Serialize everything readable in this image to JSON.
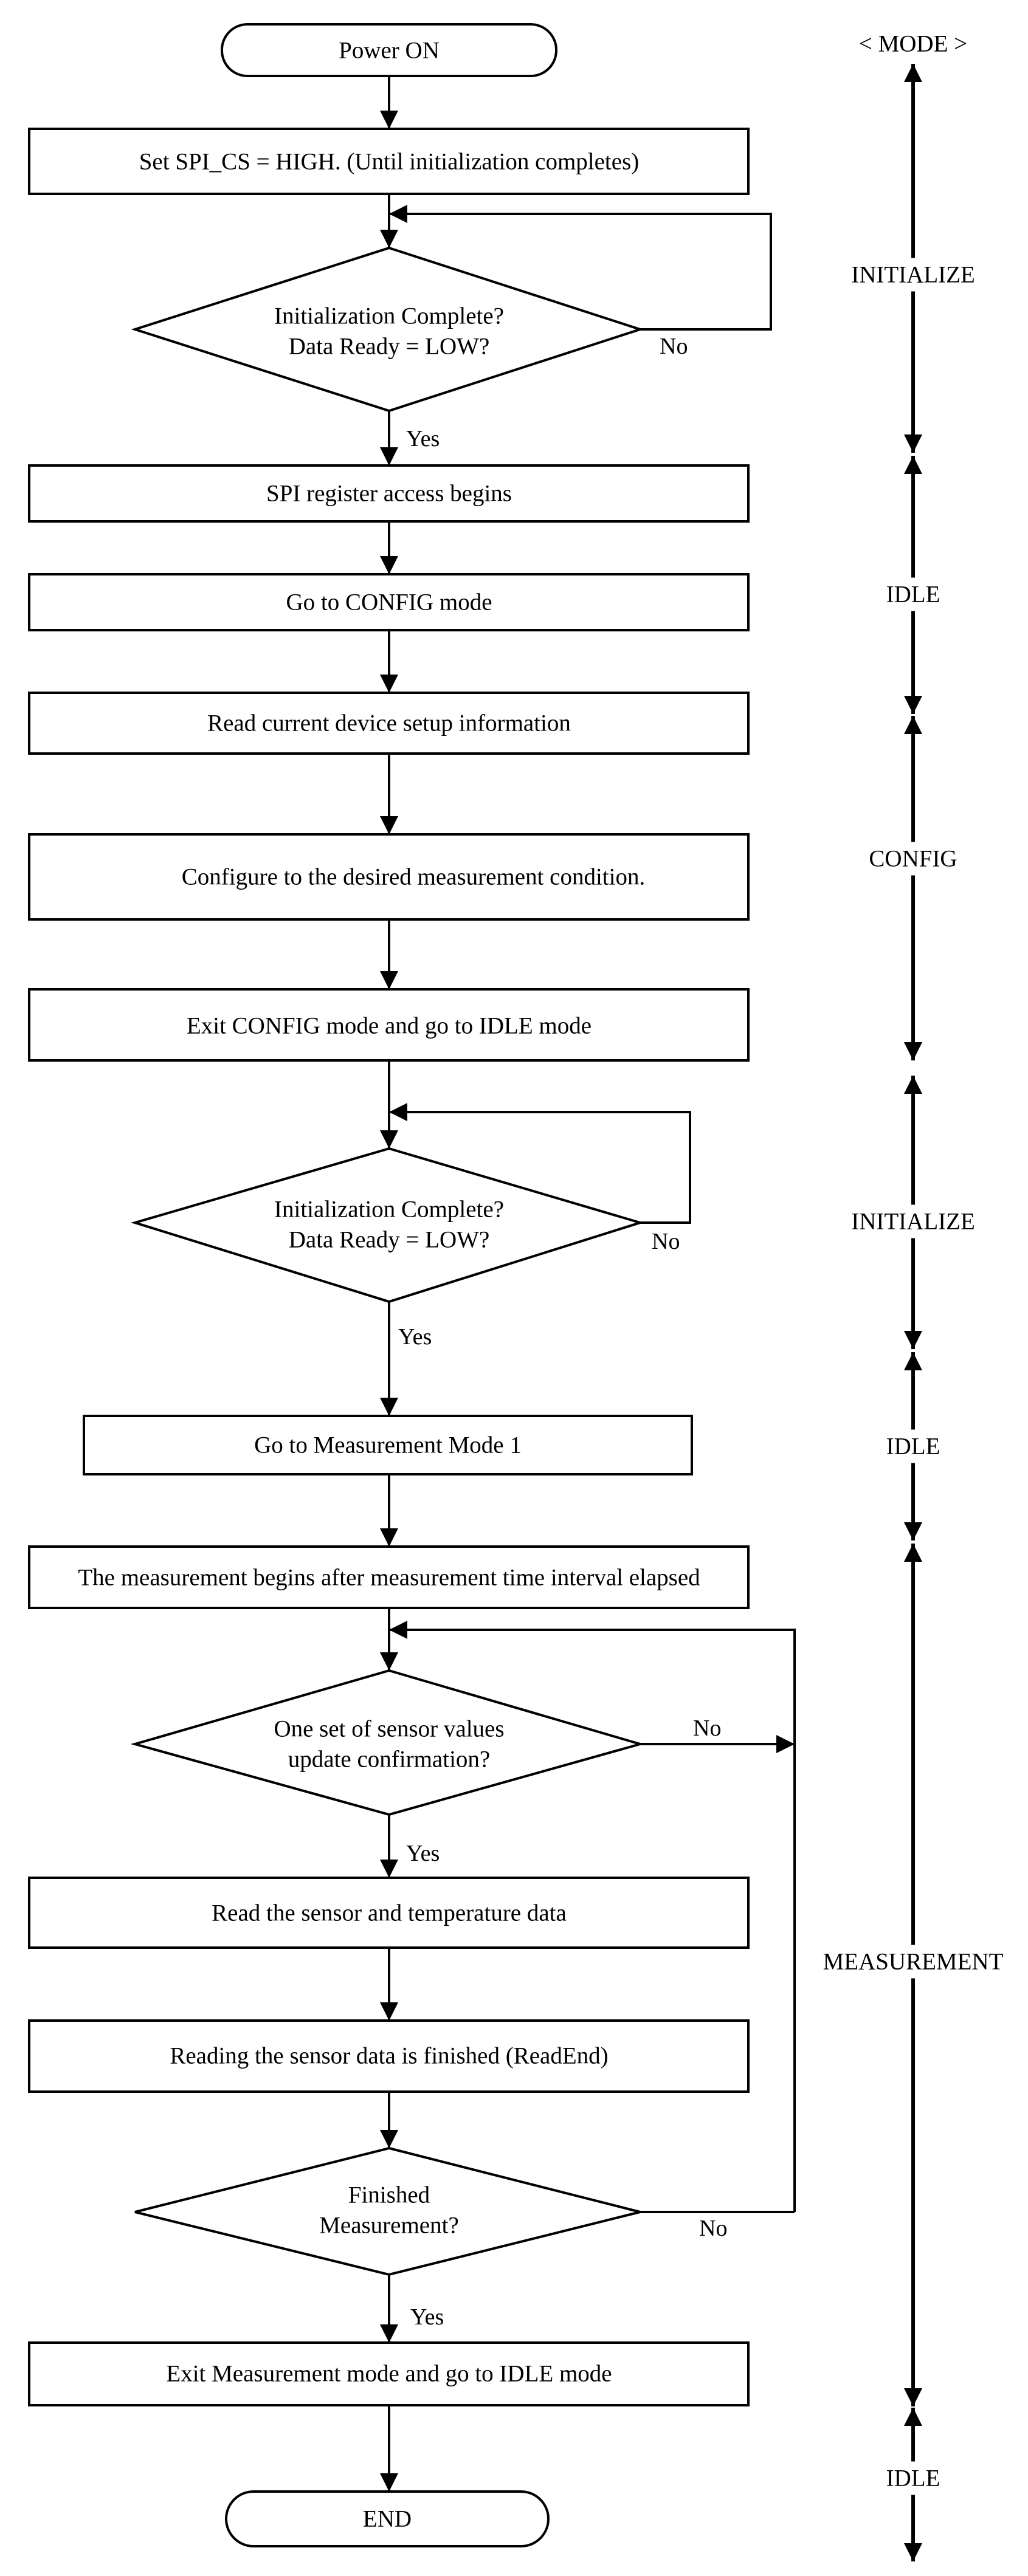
{
  "diagram": {
    "terminals": {
      "start": "Power ON",
      "end": "END"
    },
    "steps": {
      "set_cs": "Set SPI_CS = HIGH. (Until initialization completes)",
      "spi_access": "SPI register access begins",
      "goto_config": "Go to CONFIG mode",
      "read_setup": "Read current device setup information",
      "configure": "Configure to the desired measurement condition.",
      "exit_config": "Exit CONFIG mode and go to IDLE mode",
      "goto_meas1": "Go to Measurement Mode 1",
      "meas_begins": "The measurement begins after measurement time interval elapsed",
      "read_sensor": "Read the sensor and temperature data",
      "read_end": "Reading the sensor data is finished (ReadEnd)",
      "exit_meas": "Exit Measurement mode and go to IDLE mode"
    },
    "decisions": {
      "init1": [
        "Initialization Complete?",
        "Data Ready = LOW?"
      ],
      "init2": [
        "Initialization Complete?",
        "Data Ready = LOW?"
      ],
      "update": [
        "One set of sensor values",
        "update confirmation?"
      ],
      "finished": [
        "Finished",
        "Measurement?"
      ]
    },
    "branch_labels": {
      "yes": "Yes",
      "no": "No"
    },
    "modes": {
      "header": "< MODE >",
      "initialize_1": "INITIALIZE",
      "idle_1": "IDLE",
      "config": "CONFIG",
      "initialize_2": "INITIALIZE",
      "idle_2": "IDLE",
      "measurement": "MEASUREMENT",
      "idle_3": "IDLE"
    }
  }
}
